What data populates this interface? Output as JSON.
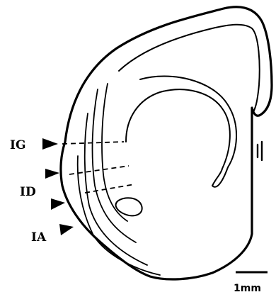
{
  "labels": {
    "ig": "IG",
    "id": "ID",
    "ia": "IA"
  },
  "scale_bar": {
    "label": "1mm"
  },
  "colors": {
    "ink": "#000000",
    "background": "#ffffff"
  }
}
